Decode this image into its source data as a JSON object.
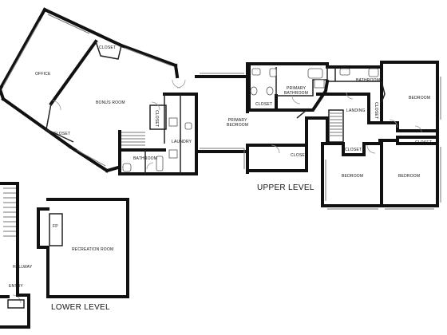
{
  "levels": {
    "upper": "UPPER LEVEL",
    "lower": "LOWER LEVEL"
  },
  "rooms": {
    "office": "OFFICE",
    "closet_office_top": "CLOSET",
    "bonus_room": "BONUS ROOM",
    "closet_office_bottom": "CLOSET",
    "closet_bonus": "CLOSET",
    "laundry": "LAUNDRY",
    "bathroom_left": "BATHROOM",
    "primary_bedroom": "PRIMARY\nBEDROOM",
    "primary_bathroom": "PRIMARY\nBATHROOM",
    "closet_primary": "CLOSET",
    "bathroom_upper": "BATHROOM",
    "landing": "LANDING",
    "closet_landing": "CLOSET",
    "bedroom_ne": "BEDROOM",
    "closet_e1": "CLOSET",
    "closet_e2": "CLOSET",
    "closet_hall": "CLOSET",
    "closet_mid": "CLOSET",
    "bedroom_mid": "BEDROOM",
    "bedroom_se": "BEDROOM",
    "fireplace": "FP",
    "recreation_room": "RECREATION ROOM",
    "hallway": "HALLWAY",
    "entry": "ENTRY"
  }
}
